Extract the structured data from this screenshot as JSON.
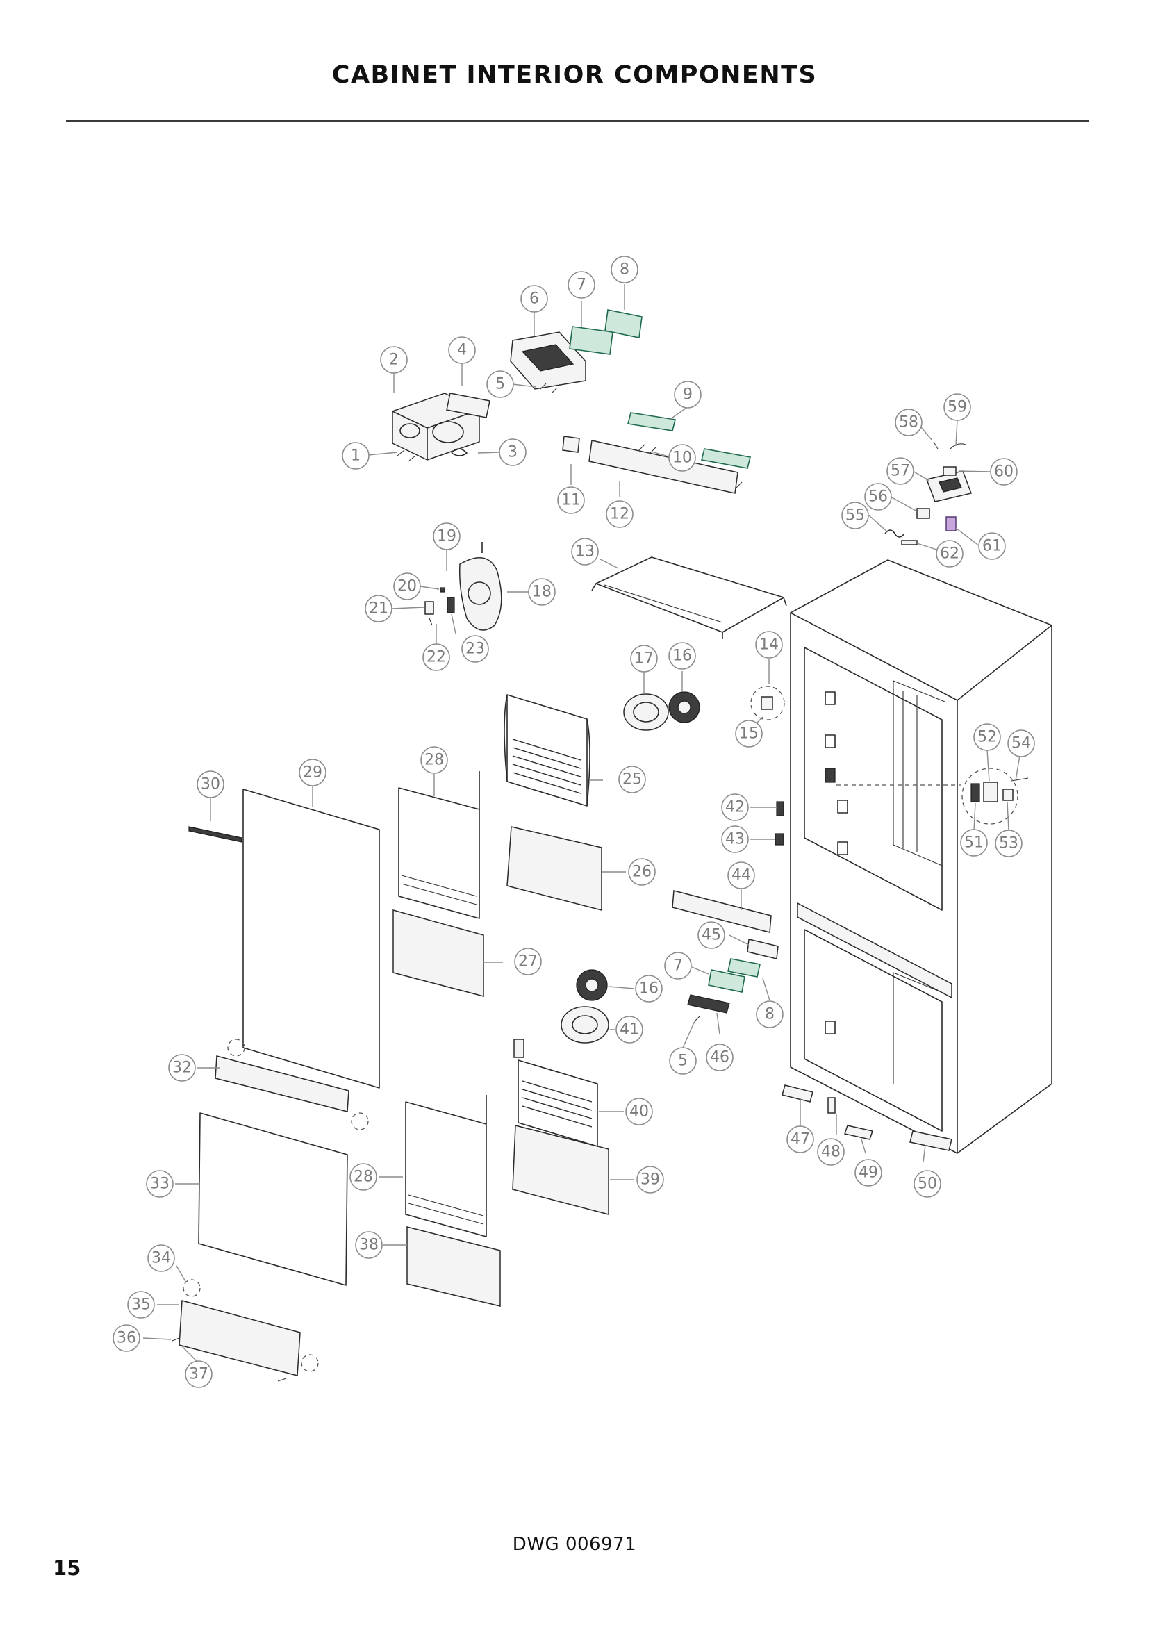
{
  "page": {
    "title": "CABINET INTERIOR COMPONENTS",
    "drawing_number": "DWG 006971",
    "page_number": "15"
  },
  "callouts": [
    {
      "id": "1",
      "label": "1"
    },
    {
      "id": "2",
      "label": "2"
    },
    {
      "id": "3",
      "label": "3"
    },
    {
      "id": "4",
      "label": "4"
    },
    {
      "id": "5a",
      "label": "5"
    },
    {
      "id": "6",
      "label": "6"
    },
    {
      "id": "7a",
      "label": "7"
    },
    {
      "id": "8a",
      "label": "8"
    },
    {
      "id": "9",
      "label": "9"
    },
    {
      "id": "10",
      "label": "10"
    },
    {
      "id": "11",
      "label": "11"
    },
    {
      "id": "12",
      "label": "12"
    },
    {
      "id": "13",
      "label": "13"
    },
    {
      "id": "14",
      "label": "14"
    },
    {
      "id": "15",
      "label": "15"
    },
    {
      "id": "16a",
      "label": "16"
    },
    {
      "id": "17",
      "label": "17"
    },
    {
      "id": "18",
      "label": "18"
    },
    {
      "id": "19",
      "label": "19"
    },
    {
      "id": "20",
      "label": "20"
    },
    {
      "id": "21",
      "label": "21"
    },
    {
      "id": "22",
      "label": "22"
    },
    {
      "id": "23",
      "label": "23"
    },
    {
      "id": "25",
      "label": "25"
    },
    {
      "id": "26",
      "label": "26"
    },
    {
      "id": "27",
      "label": "27"
    },
    {
      "id": "28a",
      "label": "28"
    },
    {
      "id": "29",
      "label": "29"
    },
    {
      "id": "30",
      "label": "30"
    },
    {
      "id": "32",
      "label": "32"
    },
    {
      "id": "33",
      "label": "33"
    },
    {
      "id": "28b",
      "label": "28"
    },
    {
      "id": "34",
      "label": "34"
    },
    {
      "id": "35",
      "label": "35"
    },
    {
      "id": "36",
      "label": "36"
    },
    {
      "id": "37",
      "label": "37"
    },
    {
      "id": "38",
      "label": "38"
    },
    {
      "id": "39",
      "label": "39"
    },
    {
      "id": "40",
      "label": "40"
    },
    {
      "id": "41",
      "label": "41"
    },
    {
      "id": "16b",
      "label": "16"
    },
    {
      "id": "7b",
      "label": "7"
    },
    {
      "id": "8b",
      "label": "8"
    },
    {
      "id": "5b",
      "label": "5"
    },
    {
      "id": "46",
      "label": "46"
    },
    {
      "id": "44",
      "label": "44"
    },
    {
      "id": "45",
      "label": "45"
    },
    {
      "id": "42",
      "label": "42"
    },
    {
      "id": "43",
      "label": "43"
    },
    {
      "id": "47",
      "label": "47"
    },
    {
      "id": "48",
      "label": "48"
    },
    {
      "id": "49",
      "label": "49"
    },
    {
      "id": "50",
      "label": "50"
    },
    {
      "id": "51",
      "label": "51"
    },
    {
      "id": "52",
      "label": "52"
    },
    {
      "id": "53",
      "label": "53"
    },
    {
      "id": "54",
      "label": "54"
    },
    {
      "id": "55",
      "label": "55"
    },
    {
      "id": "56",
      "label": "56"
    },
    {
      "id": "57",
      "label": "57"
    },
    {
      "id": "58",
      "label": "58"
    },
    {
      "id": "59",
      "label": "59"
    },
    {
      "id": "60",
      "label": "60"
    },
    {
      "id": "61",
      "label": "61"
    },
    {
      "id": "62",
      "label": "62"
    }
  ]
}
